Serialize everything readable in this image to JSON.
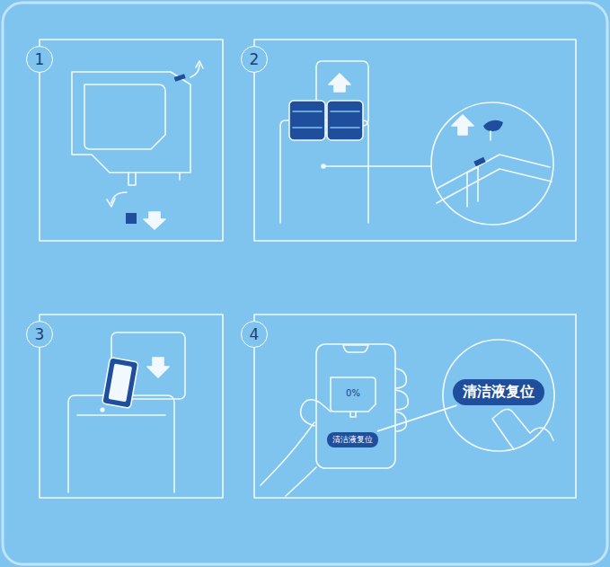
{
  "diagram": {
    "nodes": [
      {
        "text": [
          "1"
        ]
      },
      {
        "text": [
          "2"
        ]
      },
      {
        "text": [
          "3"
        ]
      },
      {
        "text": [
          "4"
        ]
      },
      {
        "text": [
          "清洁液复位"
        ]
      },
      {
        "text": [
          "清洁液复位"
        ]
      }
    ],
    "edges": [
      {
        "from": 4,
        "to": 5,
        "arrow": "none"
      }
    ],
    "labels": [
      "0%"
    ]
  }
}
